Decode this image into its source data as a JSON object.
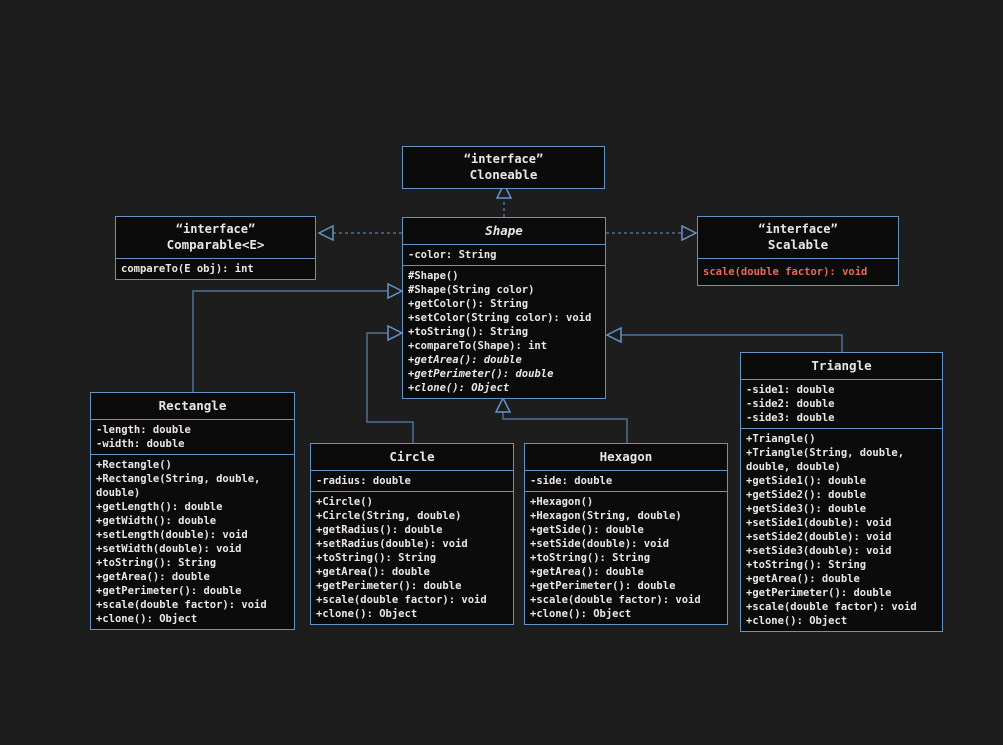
{
  "colors": {
    "background": "#1d1d1e",
    "box_fill": "#0b0b0c",
    "border": "#6593c5",
    "line": "#4d7195",
    "arrow": "#6593c5",
    "text": "#e9e8e4",
    "accent": "#e8695b"
  },
  "classes": {
    "cloneable": {
      "stereotype": "“interface”",
      "name": "Cloneable"
    },
    "comparable": {
      "stereotype": "“interface”",
      "name": "Comparable<E>",
      "methods": [
        "compareTo(E obj): int"
      ]
    },
    "scalable": {
      "stereotype": "“interface”",
      "name": "Scalable",
      "methods": [
        {
          "text": "scale(double factor): void",
          "color": "#e8695b"
        }
      ]
    },
    "shape": {
      "name": "Shape",
      "abstract": true,
      "attributes": [
        "-color: String"
      ],
      "methods": [
        "#Shape()",
        "#Shape(String color)",
        "+getColor(): String",
        "+setColor(String color): void",
        "+toString(): String",
        "+compareTo(Shape): int",
        {
          "text": "+getArea(): double",
          "italic": true
        },
        {
          "text": "+getPerimeter(): double",
          "italic": true
        },
        {
          "text": "+clone(): Object",
          "italic": true
        }
      ]
    },
    "rectangle": {
      "name": "Rectangle",
      "attributes": [
        "-length: double",
        "-width: double"
      ],
      "methods": [
        "+Rectangle()",
        "+Rectangle(String, double, double)",
        "+getLength(): double",
        "+getWidth(): double",
        "+setLength(double): void",
        "+setWidth(double): void",
        "+toString(): String",
        "+getArea(): double",
        "+getPerimeter(): double",
        "+scale(double factor): void",
        "+clone(): Object"
      ]
    },
    "circle": {
      "name": "Circle",
      "attributes": [
        "-radius: double"
      ],
      "methods": [
        "+Circle()",
        "+Circle(String, double)",
        "+getRadius(): double",
        "+setRadius(double): void",
        "+toString(): String",
        "+getArea(): double",
        "+getPerimeter(): double",
        "+scale(double factor): void",
        "+clone(): Object"
      ]
    },
    "hexagon": {
      "name": "Hexagon",
      "attributes": [
        "-side: double"
      ],
      "methods": [
        "+Hexagon()",
        "+Hexagon(String, double)",
        "+getSide(): double",
        "+setSide(double): void",
        "+toString(): String",
        "+getArea(): double",
        "+getPerimeter(): double",
        "+scale(double factor): void",
        "+clone(): Object"
      ]
    },
    "triangle": {
      "name": "Triangle",
      "attributes": [
        "-side1: double",
        "-side2: double",
        "-side3: double"
      ],
      "methods": [
        "+Triangle()",
        "+Triangle(String, double, double, double)",
        "+getSide1(): double",
        "+getSide2(): double",
        "+getSide3(): double",
        "+setSide1(double): void",
        "+setSide2(double): void",
        "+setSide3(double): void",
        "+toString(): String",
        "+getArea(): double",
        "+getPerimeter(): double",
        "+scale(double factor): void",
        "+clone(): Object"
      ]
    }
  },
  "relationships": [
    {
      "from": "Shape",
      "to": "Cloneable",
      "type": "realization"
    },
    {
      "from": "Shape",
      "to": "Comparable<E>",
      "type": "realization"
    },
    {
      "from": "Shape",
      "to": "Scalable",
      "type": "realization"
    },
    {
      "from": "Rectangle",
      "to": "Shape",
      "type": "generalization"
    },
    {
      "from": "Circle",
      "to": "Shape",
      "type": "generalization"
    },
    {
      "from": "Hexagon",
      "to": "Shape",
      "type": "generalization"
    },
    {
      "from": "Triangle",
      "to": "Shape",
      "type": "generalization"
    }
  ]
}
